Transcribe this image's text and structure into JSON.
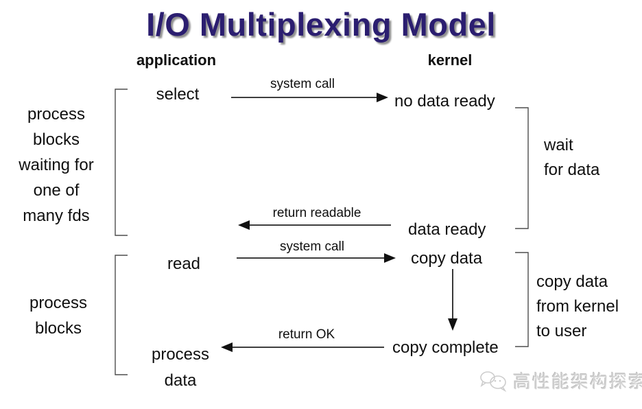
{
  "title": "I/O Multiplexing Model",
  "headers": {
    "application": "application",
    "kernel": "kernel"
  },
  "app_side": {
    "select": "select",
    "read": "read",
    "process_data": [
      "process",
      "data"
    ],
    "blocks_note_top": [
      "process",
      "blocks",
      "waiting for",
      "one of",
      "many fds"
    ],
    "blocks_note_bottom": [
      "process",
      "blocks"
    ]
  },
  "kernel_side": {
    "no_data_ready": "no data ready",
    "data_ready": "data ready",
    "copy_data": "copy data",
    "copy_complete": "copy complete",
    "wait_note": [
      "wait",
      "for data"
    ],
    "copy_note": [
      "copy data",
      "from kernel",
      "to user"
    ]
  },
  "arrows": {
    "system_call_1": "system call",
    "return_readable": "return readable",
    "system_call_2": "system call",
    "return_ok": "return OK"
  },
  "watermark": {
    "text": "高性能架构探索"
  },
  "colors": {
    "title": "#2b1e70",
    "text": "#111111",
    "line": "#222222",
    "bracket": "#4d4d4d",
    "watermark": "#d3d3d3",
    "background": "#ffffff"
  }
}
